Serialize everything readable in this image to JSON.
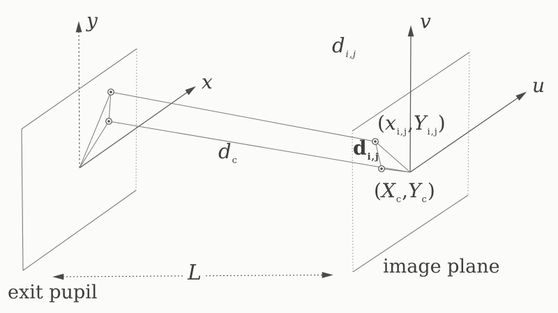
{
  "figure_type": "optical geometry diagram",
  "colors": {
    "background": "#fbfbf9",
    "line": "#7b7b7b",
    "arrow": "#4a4a4a",
    "text": "#3e3e3e"
  },
  "axes": {
    "pupil_vertical": "y",
    "pupil_horizontal": "x",
    "image_vertical": "v",
    "image_horizontal": "u"
  },
  "planes": {
    "left_caption": "exit pupil",
    "right_caption": "image plane"
  },
  "dimension": {
    "label": "L"
  },
  "distances": {
    "pupil_separation": {
      "main": "d",
      "sub": "i,j"
    },
    "centroid_distance": {
      "main": "d",
      "sub": "c"
    },
    "image_separation": {
      "main": "d",
      "sub": "i,j"
    }
  },
  "points": {
    "image_spot": {
      "open": "(",
      "x": "x",
      "xsub": "i,j",
      "comma": ",",
      "y": "Y",
      "ysub": "i,j",
      "close": ")"
    },
    "centroid": {
      "open": "(",
      "x": "X",
      "xsub": "c",
      "comma": ",",
      "y": "Y",
      "ysub": "c",
      "close": ")"
    }
  }
}
